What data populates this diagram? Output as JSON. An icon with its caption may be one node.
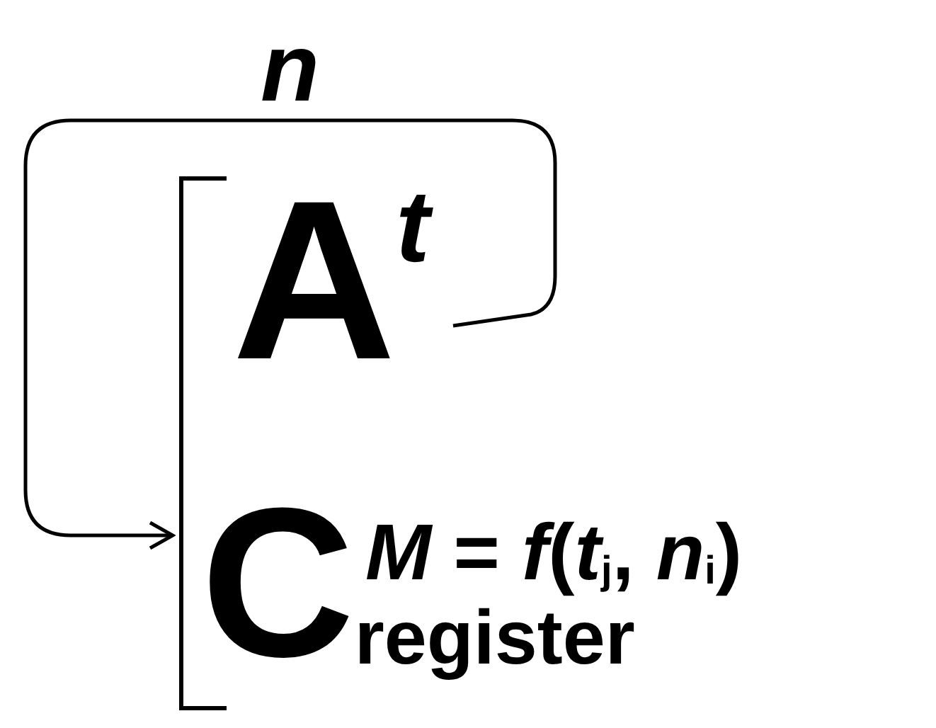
{
  "diagram": {
    "nodes": [
      {
        "text": [
          "A$^{t}$"
        ]
      },
      {
        "text": [
          "C$_{register}$",
          "*M* = *f*(*t*$_{j}$, *n*$_{i}$)"
        ]
      }
    ],
    "edges": [
      {
        "from": 0,
        "to": 1,
        "arrow": "to",
        "label": "n"
      }
    ]
  }
}
